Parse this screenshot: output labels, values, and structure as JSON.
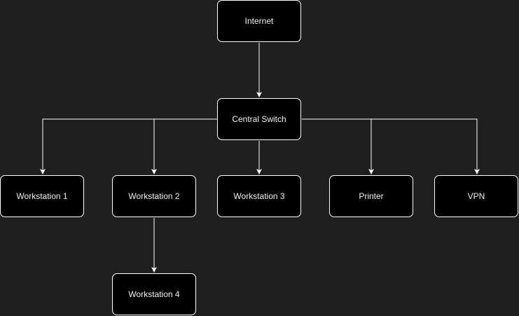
{
  "diagram": {
    "type": "network-topology",
    "colors": {
      "background": "#1e1e1e",
      "node_fill": "#000000",
      "node_border": "#ffffff",
      "node_text": "#f0f0f0",
      "edge": "#ffffff"
    },
    "nodes": {
      "internet": {
        "label": "Internet"
      },
      "switch": {
        "label": "Central Switch"
      },
      "ws1": {
        "label": "Workstation 1"
      },
      "ws2": {
        "label": "Workstation 2"
      },
      "ws3": {
        "label": "Workstation 3"
      },
      "printer": {
        "label": "Printer"
      },
      "vpn": {
        "label": "VPN"
      },
      "ws4": {
        "label": "Workstation 4"
      }
    },
    "edges": [
      {
        "from": "internet",
        "to": "switch"
      },
      {
        "from": "switch",
        "to": "ws1"
      },
      {
        "from": "switch",
        "to": "ws2"
      },
      {
        "from": "switch",
        "to": "ws3"
      },
      {
        "from": "switch",
        "to": "printer"
      },
      {
        "from": "switch",
        "to": "vpn"
      },
      {
        "from": "ws2",
        "to": "ws4"
      }
    ]
  }
}
